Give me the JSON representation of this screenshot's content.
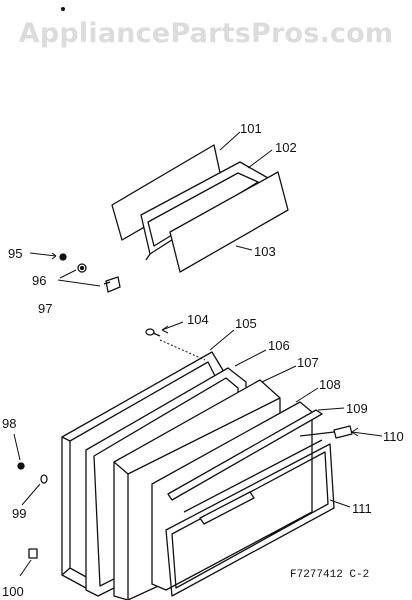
{
  "watermark": "AppliancePartsPros.com",
  "drawing_code": "F7277412 C-2",
  "callouts": [
    {
      "id": "c101",
      "text": "101"
    },
    {
      "id": "c102",
      "text": "102"
    },
    {
      "id": "c103",
      "text": "103"
    },
    {
      "id": "c95",
      "text": "95"
    },
    {
      "id": "c96",
      "text": "96"
    },
    {
      "id": "c97",
      "text": "97"
    },
    {
      "id": "c104",
      "text": "104"
    },
    {
      "id": "c105",
      "text": "105"
    },
    {
      "id": "c106",
      "text": "106"
    },
    {
      "id": "c107",
      "text": "107"
    },
    {
      "id": "c108",
      "text": "108"
    },
    {
      "id": "c109",
      "text": "109"
    },
    {
      "id": "c110",
      "text": "110"
    },
    {
      "id": "c111",
      "text": "111"
    },
    {
      "id": "c98",
      "text": "98"
    },
    {
      "id": "c99",
      "text": "99"
    },
    {
      "id": "c100",
      "text": "100"
    }
  ]
}
